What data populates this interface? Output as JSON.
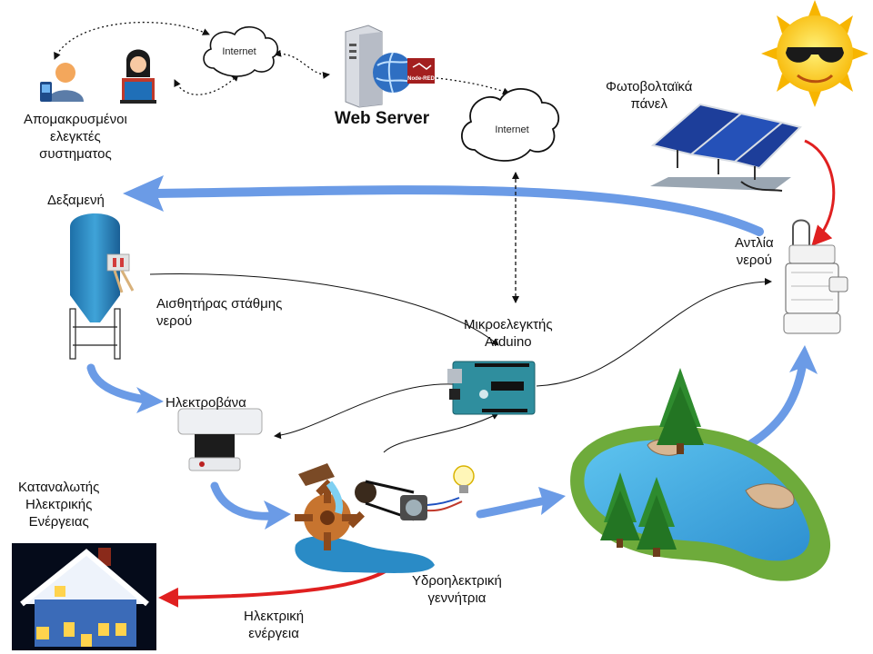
{
  "labels": {
    "remote_controllers": [
      "Απομακρυσμένοι",
      "ελεγκτές",
      "συστηματος"
    ],
    "web_server": "Web Server",
    "node_red": "Node-RED",
    "internet": "Internet",
    "solar_panels": [
      "Φωτοβολταϊκά",
      "πάνελ"
    ],
    "tank": "Δεξαμενή",
    "pump": [
      "Αντλία",
      "νερού"
    ],
    "level_sensor": [
      "Αισθητήρας στάθμης",
      "νερού"
    ],
    "microcontroller": [
      "Μικροελεγκτής",
      "Arduino"
    ],
    "solenoid_valve": "Ηλεκτροβάνα",
    "consumers": [
      "Καταναλωτής",
      "Ηλεκτρικής",
      "Ενέργειας"
    ],
    "hydro_generator": [
      "Υδροηλεκτρική",
      "γεννήτρια"
    ],
    "electric_energy": [
      "Ηλεκτρική",
      "ενέργεια"
    ]
  },
  "colors": {
    "water_flow": "#6b9be6",
    "electric_flow": "#e02020",
    "data_link": "#111111"
  }
}
